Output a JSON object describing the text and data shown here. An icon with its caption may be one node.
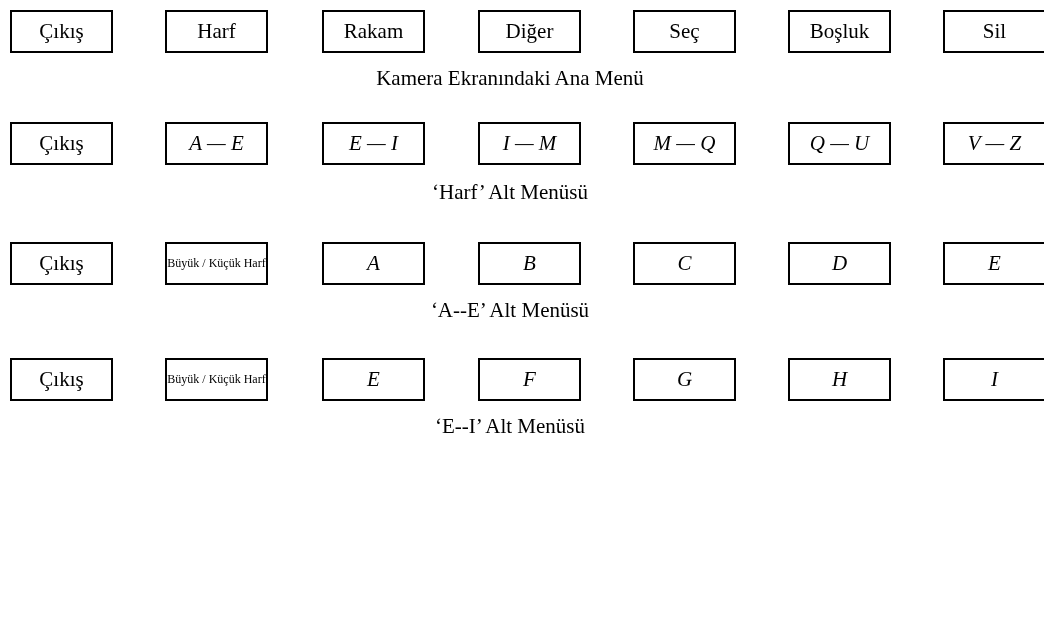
{
  "diagram": {
    "nodes": [
      {
        "text": [
          "Çıkış"
        ]
      },
      {
        "text": [
          "Harf"
        ]
      },
      {
        "text": [
          "Rakam"
        ]
      },
      {
        "text": [
          "Diğer"
        ]
      },
      {
        "text": [
          "Seç"
        ]
      },
      {
        "text": [
          "Boşluk"
        ]
      },
      {
        "text": [
          "Sil"
        ]
      },
      {
        "text": [
          "Çıkış"
        ]
      },
      {
        "text": [
          "A — E"
        ]
      },
      {
        "text": [
          "E — I"
        ]
      },
      {
        "text": [
          "I — M"
        ]
      },
      {
        "text": [
          "M — Q"
        ]
      },
      {
        "text": [
          "Q — U"
        ]
      },
      {
        "text": [
          "V — Z"
        ]
      },
      {
        "text": [
          "Çıkış"
        ]
      },
      {
        "text": [
          "Büyük / Küçük Harf"
        ]
      },
      {
        "text": [
          "A"
        ]
      },
      {
        "text": [
          "B"
        ]
      },
      {
        "text": [
          "C"
        ]
      },
      {
        "text": [
          "D"
        ]
      },
      {
        "text": [
          "E"
        ]
      },
      {
        "text": [
          "Çıkış"
        ]
      },
      {
        "text": [
          "Büyük / Küçük Harf"
        ]
      },
      {
        "text": [
          "E"
        ]
      },
      {
        "text": [
          "F"
        ]
      },
      {
        "text": [
          "G"
        ]
      },
      {
        "text": [
          "H"
        ]
      },
      {
        "text": [
          "I"
        ]
      }
    ],
    "edges": [],
    "labels": [
      "Kamera Ekranındaki Ana Menü",
      "‘Harf’ Alt Menüsü",
      "‘A--E’ Alt Menüsü",
      "‘E--I’ Alt Menüsü"
    ]
  }
}
